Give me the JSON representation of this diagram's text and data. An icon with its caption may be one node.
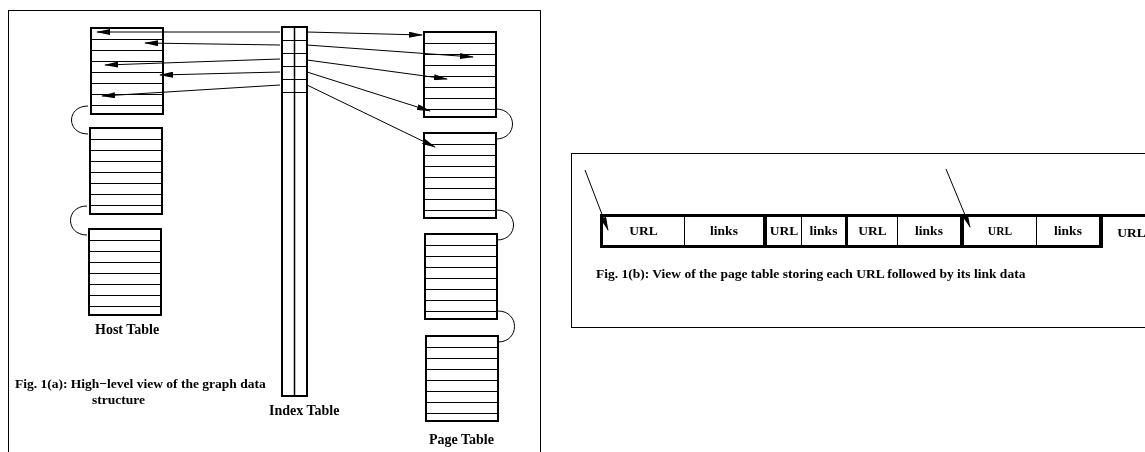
{
  "diagram": {
    "nodes": [
      {
        "text": [
          "Fig. 1(a): High−level view of the graph data structure"
        ]
      },
      {
        "text": [],
        "shape": "box",
        "in": 0
      },
      {
        "text": [],
        "shape": "box",
        "in": 0
      },
      {
        "text": [],
        "shape": "box",
        "in": 0
      },
      {
        "text": [
          "Index Table"
        ],
        "in": 0
      },
      {
        "text": [],
        "shape": "box",
        "in": 0
      },
      {
        "text": [],
        "shape": "box",
        "in": 0
      },
      {
        "text": [],
        "shape": "box",
        "in": 0
      },
      {
        "text": [],
        "shape": "box",
        "in": 0
      },
      {
        "text": [
          "Fig. 1(b): View of the page table storing each URL followed by its link data"
        ]
      },
      {
        "text": [
          "URL"
        ],
        "in": 9
      },
      {
        "text": [
          "links"
        ],
        "in": 9
      },
      {
        "text": [
          "URL"
        ],
        "in": 9
      },
      {
        "text": [
          "links"
        ],
        "in": 9
      },
      {
        "text": [
          "URL"
        ],
        "in": 9
      },
      {
        "text": [
          "links"
        ],
        "in": 9
      },
      {
        "text": [
          "URL"
        ],
        "in": 9
      },
      {
        "text": [
          "links"
        ],
        "in": 9
      },
      {
        "text": [
          "URL"
        ],
        "in": 9
      }
    ],
    "edges": [
      {
        "from": 4,
        "to": 1,
        "arrow": "to"
      },
      {
        "from": 4,
        "to": 1,
        "arrow": "to"
      },
      {
        "from": 4,
        "to": 1,
        "arrow": "to"
      },
      {
        "from": 4,
        "to": 1,
        "arrow": "to"
      },
      {
        "from": 4,
        "to": 1,
        "arrow": "to"
      },
      {
        "from": 4,
        "to": 5,
        "arrow": "to"
      },
      {
        "from": 4,
        "to": 5,
        "arrow": "to"
      },
      {
        "from": 4,
        "to": 5,
        "arrow": "to"
      },
      {
        "from": 4,
        "to": 5,
        "arrow": "to"
      },
      {
        "from": 4,
        "to": 6,
        "arrow": "to"
      },
      {
        "from": 1,
        "to": 2,
        "arrow": "none"
      },
      {
        "from": 2,
        "to": 3,
        "arrow": "none"
      },
      {
        "from": 5,
        "to": 6,
        "arrow": "none"
      },
      {
        "from": 6,
        "to": 7,
        "arrow": "none"
      },
      {
        "from": 7,
        "to": 8,
        "arrow": "none"
      },
      {
        "from": null,
        "to": 10,
        "arrow": "to"
      },
      {
        "from": null,
        "to": 16,
        "arrow": "to"
      }
    ],
    "labels": [
      "Host Table",
      "Page Table"
    ]
  }
}
